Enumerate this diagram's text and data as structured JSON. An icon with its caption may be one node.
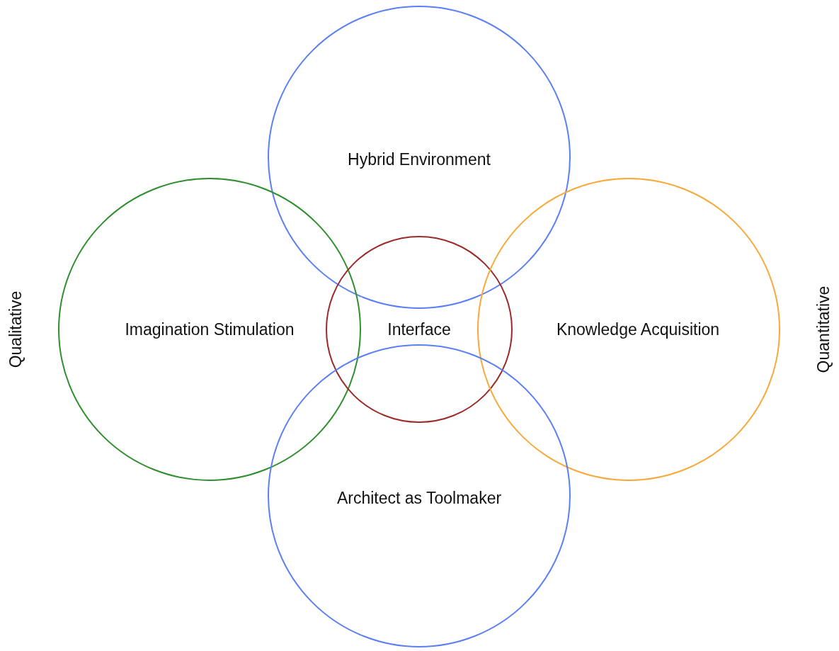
{
  "diagram": {
    "nodes": [
      {
        "text": [
          "Hybrid Environment"
        ]
      },
      {
        "text": [
          "Imagination Stimulation"
        ]
      },
      {
        "text": [
          "Interface"
        ]
      },
      {
        "text": [
          "Knowledge Acquisition"
        ]
      },
      {
        "text": [
          "Architect as Toolmaker"
        ]
      }
    ],
    "labels": [
      "Qualitative",
      "Quantitative"
    ]
  }
}
